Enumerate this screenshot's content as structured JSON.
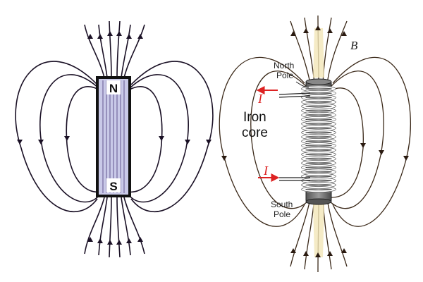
{
  "bar_magnet": {
    "north_label": "N",
    "south_label": "S",
    "body_color": "#c9c9e8",
    "outline_color": "#111111",
    "field_line_color": "#1a1025"
  },
  "electromagnet": {
    "north_pole_label": [
      "North",
      "Pole"
    ],
    "south_pole_label": [
      "South",
      "Pole"
    ],
    "iron_core_label": [
      "Iron",
      "core"
    ],
    "field_label": "B",
    "current_label": "I",
    "core_color": "#777777",
    "coil_color": "#ffffff",
    "field_line_color": "#3a2818",
    "highlight_color": "#f3e6b8",
    "current_arrow_color": "#dd2222"
  }
}
